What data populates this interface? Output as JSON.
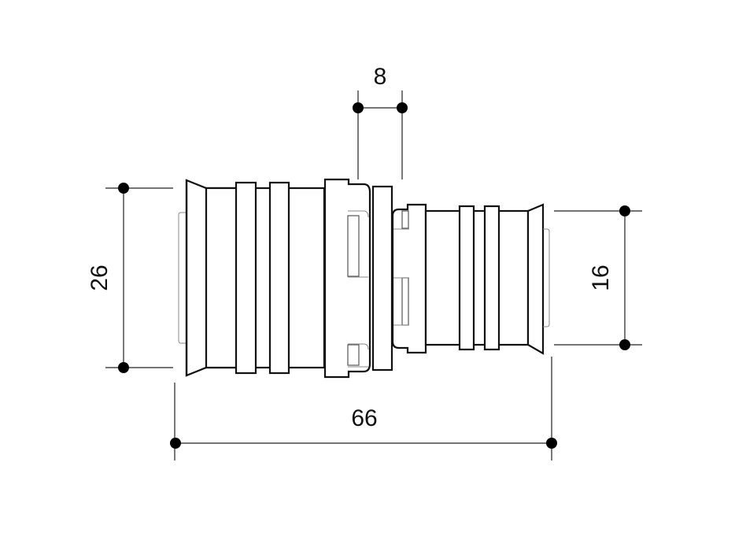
{
  "drawing": {
    "subject": "reducer-coupling-fitting",
    "units_hint": "mm",
    "colors": {
      "line": "#111111",
      "background": "#ffffff",
      "hidden_line": "#888888"
    }
  },
  "dimensions": {
    "left_diameter": {
      "label": "26",
      "orientation": "vertical"
    },
    "right_diameter": {
      "label": "16",
      "orientation": "vertical"
    },
    "overall_length": {
      "label": "66",
      "orientation": "horizontal"
    },
    "ring_width": {
      "label": "8",
      "orientation": "horizontal"
    }
  }
}
